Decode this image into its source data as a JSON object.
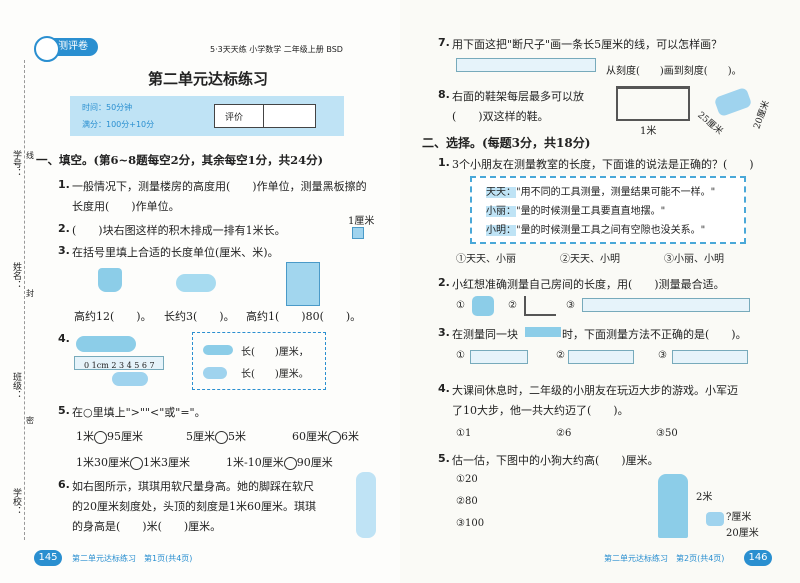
{
  "left": {
    "badge": "测评卷",
    "header_series": "5·3天天练  小学数学  二年级上册  BSD",
    "title": "第二单元达标练习",
    "time": "时间：50分钟",
    "score_total": "满分：100分+10分",
    "rating": "评价",
    "margin": {
      "id": "学号：",
      "name": "姓名：",
      "class": "班级：",
      "school": "学校：",
      "xian": "线",
      "feng": "封",
      "mi": "密"
    },
    "sec1": "一、填空。(第6~8题每空2分，其余每空1分，共24分)",
    "q1_num": "1.",
    "q1_line1": "一般情况下，测量楼房的高度用(　　)作单位，测量黑板擦的",
    "q1_line2": "长度用(　　)作单位。",
    "q2_num": "2.",
    "q2_text": "(　　)块右图这样的积木排成一排有1米长。",
    "q2_label": "1厘米",
    "q3_num": "3.",
    "q3_text": "在括号里填上合适的长度单位(厘米、米)。",
    "q3_a": "高约12(　　)。",
    "q3_b": "长约3(　　)。",
    "q3_c": "高约1(　　)80(　　)。",
    "q4_num": "4.",
    "q4_key": "长(　　)厘米，",
    "q4_eraser": "长(　　)厘米。",
    "ruler_labels": [
      "0",
      "1cm",
      "2",
      "3",
      "4",
      "5",
      "6",
      "7"
    ],
    "q5_num": "5.",
    "q5_text": "在○里填上\">\"\"<\"或\"=\"。",
    "q5_r1": [
      "1米",
      "95厘米",
      "5厘米",
      "5米",
      "60厘米",
      "6米"
    ],
    "q5_r2": [
      "1米30厘米",
      "1米3厘米",
      "1米-10厘米",
      "90厘米"
    ],
    "q6_num": "6.",
    "q6_line1": "如右图所示，琪琪用软尺量身高。她的脚踩在软尺",
    "q6_line2": "的20厘米刻度处，头顶的刻度是1米60厘米。琪琪",
    "q6_line3": "的身高是(　　)米(　　)厘米。",
    "page_no": "145",
    "footer": "第二单元达标练习　第1页(共4页)"
  },
  "right": {
    "q7_num": "7.",
    "q7_text": "用下面这把\"断尺子\"画一条长5厘米的线，可以怎样画？",
    "q7_answer": "从刻度(　　)画到刻度(　　)。",
    "q8_num": "8.",
    "q8_line1": "右面的鞋架每层最多可以放",
    "q8_line2": "(　　)双这样的鞋。",
    "q8_shelf_label": "1米",
    "q8_shoe_label": "25厘米",
    "q8_shoe_label2": "20厘米",
    "sec2": "二、选择。(每题3分，共18分)",
    "s1_num": "1.",
    "s1_text": "3个小朋友在测量教室的长度，下面谁的说法是正确的？(　　)",
    "s1_says": [
      {
        "who": "天天：",
        "text": "\"用不同的工具测量，测量结果可能不一样。\""
      },
      {
        "who": "小丽：",
        "text": "\"量的时候测量工具要直直地摆。\""
      },
      {
        "who": "小明：",
        "text": "\"量的时候测量工具之间有空隙也没关系。\""
      }
    ],
    "s1_opts": [
      "①天天、小丽",
      "②天天、小明",
      "③小丽、小明"
    ],
    "s2_num": "2.",
    "s2_text": "小红想准确测量自己房间的长度，用(　　)测量最合适。",
    "s2_opts": [
      "①",
      "②",
      "③"
    ],
    "s3_num": "3.",
    "s3_text": "在测量同一块　　　　时，下面测量方法不正确的是(　　)。",
    "s3_opts": [
      "①",
      "②",
      "③"
    ],
    "s4_num": "4.",
    "s4_line1": "大课间休息时，二年级的小朋友在玩迈大步的游戏。小军迈",
    "s4_line2": "了10大步，他一共大约迈了(　　)。",
    "s4_opts": [
      "①1",
      "②6",
      "③50"
    ],
    "s5_num": "5.",
    "s5_text": "估一估，下图中的小狗大约高(　　)厘米。",
    "s5_opts": [
      "①20",
      "②80",
      "③100"
    ],
    "s5_giraffe": "2米",
    "s5_dog": "?厘米",
    "s5_base": "20厘米",
    "page_no": "146",
    "footer": "第二单元达标练习　第2页(共4页)"
  }
}
